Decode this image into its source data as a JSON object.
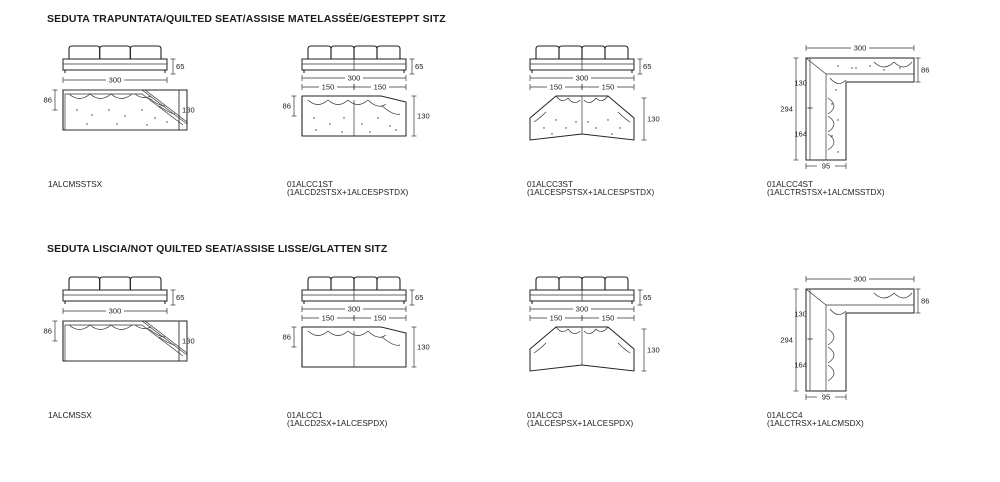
{
  "sections": [
    {
      "title": "SEDUTA TRAPUNTATA/QUILTED SEAT/ASSISE MATELASSÉE/GESTEPPT SITZ",
      "quilted": true,
      "items": [
        {
          "type": "single",
          "code": "1ALCMSSTSX",
          "code2": "",
          "dims": {
            "width": "300",
            "height": "65",
            "depth": "86",
            "depth2": "130"
          }
        },
        {
          "type": "double",
          "code": "01ALCC1ST",
          "code2": "(1ALCD2STSX+1ALCESPSTDX)",
          "dims": {
            "width": "300",
            "half1": "150",
            "half2": "150",
            "height": "65",
            "depth": "86",
            "depth2": "130"
          }
        },
        {
          "type": "corner",
          "code": "01ALCC3ST",
          "code2": "(1ALCESPSTSX+1ALCESPSTDX)",
          "dims": {
            "width": "300",
            "half1": "150",
            "half2": "150",
            "height": "65",
            "depth2": "130"
          }
        },
        {
          "type": "lshape",
          "code": "01ALCC4ST",
          "code2": "(1ALCTRSTSX+1ALCMSSTDX)",
          "dims": {
            "width": "300",
            "depth": "86",
            "total": "294",
            "upper": "130",
            "lower": "164",
            "arm": "95"
          }
        }
      ]
    },
    {
      "title": "SEDUTA LISCIA/NOT QUILTED SEAT/ASSISE LISSE/GLATTEN SITZ",
      "quilted": false,
      "items": [
        {
          "type": "single",
          "code": "1ALCMSSX",
          "code2": "",
          "dims": {
            "width": "300",
            "height": "65",
            "depth": "86",
            "depth2": "130"
          }
        },
        {
          "type": "double",
          "code": "01ALCC1",
          "code2": "(1ALCD2SX+1ALCESPDX)",
          "dims": {
            "width": "300",
            "half1": "150",
            "half2": "150",
            "height": "65",
            "depth": "86",
            "depth2": "130"
          }
        },
        {
          "type": "corner",
          "code": "01ALCC3",
          "code2": "(1ALCESPSX+1ALCESPDX)",
          "dims": {
            "width": "300",
            "half1": "150",
            "half2": "150",
            "height": "65",
            "depth2": "130"
          }
        },
        {
          "type": "lshape",
          "code": "01ALCC4",
          "code2": "(1ALCTRSX+1ALCMSDX)",
          "dims": {
            "width": "300",
            "depth": "86",
            "total": "294",
            "upper": "130",
            "lower": "164",
            "arm": "95"
          }
        }
      ]
    }
  ]
}
